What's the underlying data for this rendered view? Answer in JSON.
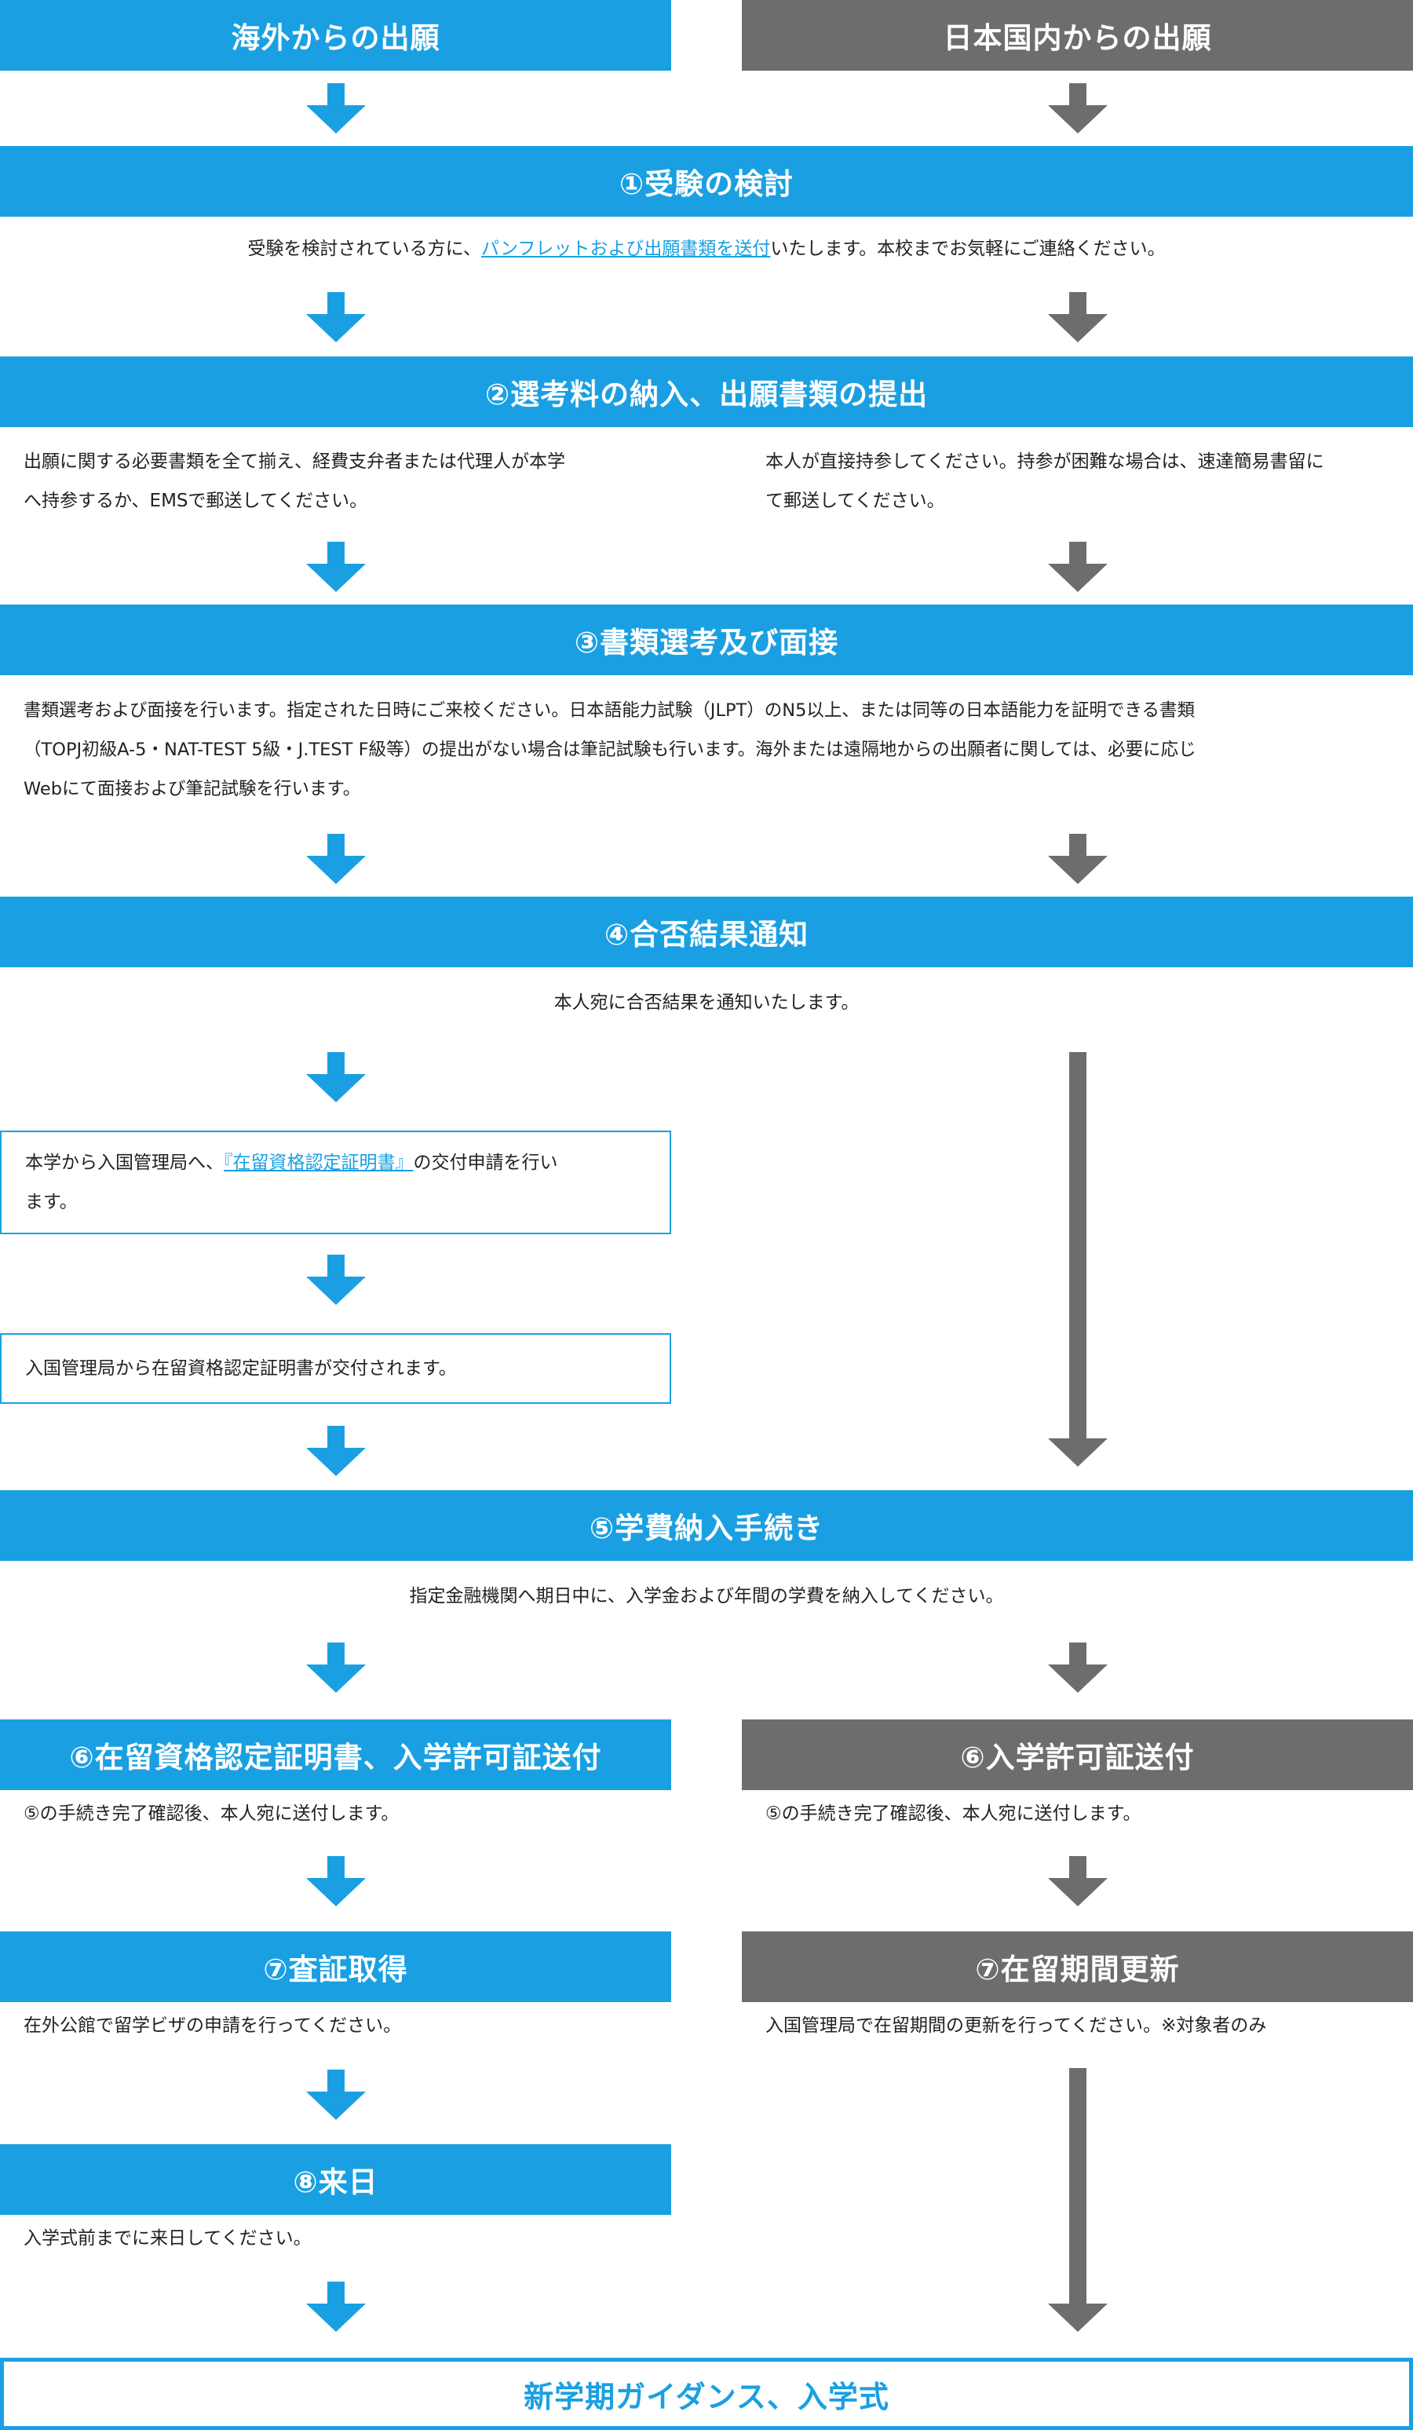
{
  "colors": {
    "accent": "#1aa0e2",
    "domestic": "#6d6d6d"
  },
  "columns": {
    "overseas": "海外からの出願",
    "domestic": "日本国内からの出願"
  },
  "steps": {
    "s1": {
      "title": "①受験の検討",
      "text_before": "受験を検討されている方に、",
      "link": "パンフレットおよび出願書類を送付",
      "text_after": "いたします。本校までお気軽にご連絡ください。"
    },
    "s2": {
      "title": "②選考料の納入、出願書類の提出",
      "overseas": [
        "出願に関する必要書類を全て揃え、経費支弁者または代理人が本学",
        "へ持参するか、EMSで郵送してください。"
      ],
      "domestic": [
        "本人が直接持参してください。持参が困難な場合は、速達簡易書留に",
        "て郵送してください。"
      ]
    },
    "s3": {
      "title": "③書類選考及び面接",
      "lines": [
        "書類選考および面接を行います。指定された日時にご来校ください。日本語能力試験（JLPT）のN5以上、または同等の日本語能力を証明できる書類",
        "（TOPJ初級A-5・NAT-TEST 5級・J.TEST F級等）の提出がない場合は筆記試験も行います。海外または遠隔地からの出願者に関しては、必要に応じ",
        "Webにて面接および筆記試験を行います。"
      ]
    },
    "s4": {
      "title": "④合否結果通知",
      "text": "本人宛に合否結果を通知いたします。"
    },
    "coe": {
      "apply_before": "本学から入国管理局へ、",
      "apply_link": "『在留資格認定証明書』",
      "apply_after": "の交付申請を行い",
      "apply_line2": "ます。",
      "issued": "入国管理局から在留資格認定証明書が交付されます。"
    },
    "s5": {
      "title": "⑤学費納入手続き",
      "text": "指定金融機関へ期日中に、入学金および年間の学費を納入してください。"
    },
    "s6": {
      "overseas_title": "⑥在留資格認定証明書、入学許可証送付",
      "domestic_title": "⑥入学許可証送付",
      "overseas_text": "⑤の手続き完了確認後、本人宛に送付します。",
      "domestic_text": "⑤の手続き完了確認後、本人宛に送付します。"
    },
    "s7": {
      "overseas_title": "⑦査証取得",
      "domestic_title": "⑦在留期間更新",
      "overseas_text": "在外公館で留学ビザの申請を行ってください。",
      "domestic_text": "入国管理局で在留期間の更新を行ってください。※対象者のみ"
    },
    "s8": {
      "title": "⑧来日",
      "text": "入学式前までに来日してください。"
    },
    "final": {
      "title": "新学期ガイダンス、入学式"
    }
  }
}
